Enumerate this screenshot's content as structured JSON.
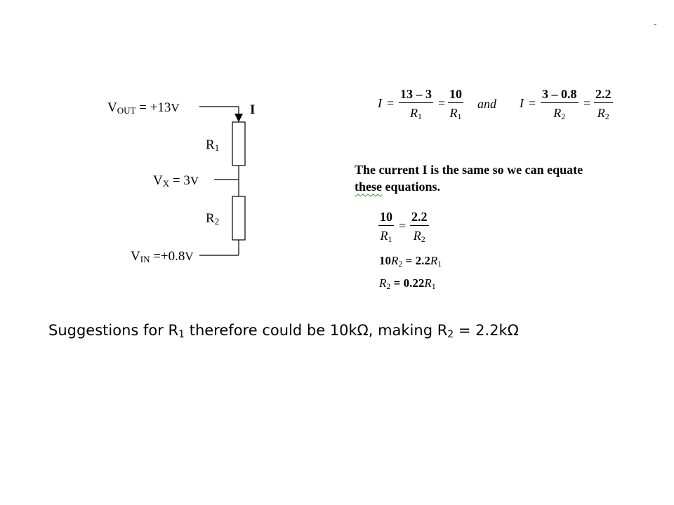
{
  "corner_mark": "-",
  "circuit": {
    "vout_label": "V",
    "vout_sub": "OUT",
    "vout_value": " = +13",
    "vout_unit": "V",
    "current_label": "I",
    "r1_label": "R",
    "r1_sub": "1",
    "vx_label": "V",
    "vx_sub": "X",
    "vx_value": " = 3",
    "vx_unit": "V",
    "r2_label": "R",
    "r2_sub": "2",
    "vin_label": "V",
    "vin_sub": "IN",
    "vin_value": " =+0.8",
    "vin_unit": "V"
  },
  "equations": {
    "i_symbol": "I",
    "equals": "=",
    "eq1_num1": "13 – 3",
    "eq1_den1": "R",
    "eq1_den1_sub": "1",
    "eq1_num2": "10",
    "eq1_den2": "R",
    "eq1_den2_sub": "1",
    "and_word": "and",
    "eq2_num1": "3 – 0.8",
    "eq2_den1": "R",
    "eq2_den1_sub": "2",
    "eq2_num2": "2.2",
    "eq2_den2": "R",
    "eq2_den2_sub": "2"
  },
  "explanation": {
    "line1": "The current I is the same so we can equate",
    "line2_word": "these",
    "line2_rest": " equations."
  },
  "derivation": {
    "frac_num1": "10",
    "frac_den1": "R",
    "frac_den1_sub": "1",
    "frac_num2": "2.2",
    "frac_den2": "R",
    "frac_den2_sub": "2",
    "step2_coef": "10",
    "step2_var": "R",
    "step2_sub": "2",
    "step2_rhs": " = 2.2",
    "step2_rhs_var": "R",
    "step2_rhs_sub": "1",
    "step3_var": "R",
    "step3_sub": "2",
    "step3_rhs": " = 0.22",
    "step3_rhs_var": "R",
    "step3_rhs_sub": "1"
  },
  "conclusion": {
    "part1": "Suggestions for R",
    "sub1": "1",
    "part2": " therefore could be 10kΩ, making R",
    "sub2": "2",
    "part3": " = 2.2kΩ"
  }
}
